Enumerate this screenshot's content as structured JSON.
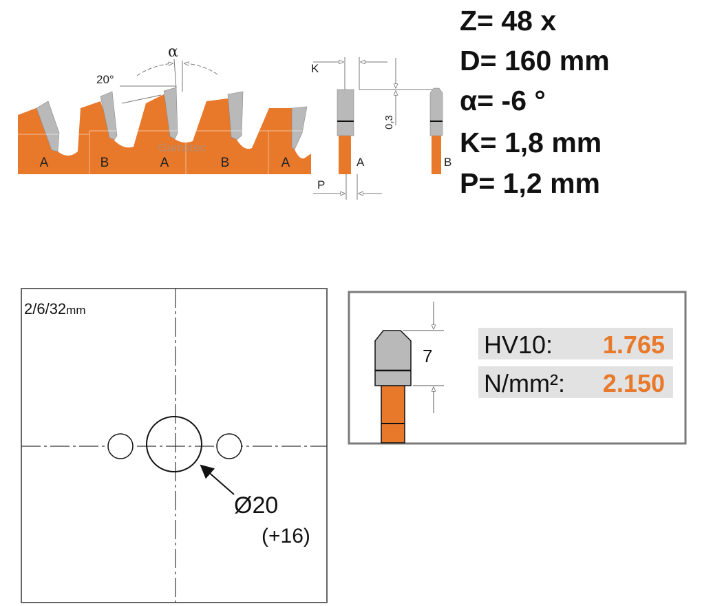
{
  "specs": {
    "z": "Z= 48 x",
    "d": "D= 160 mm",
    "alpha": "α= -6 °",
    "k": "K= 1,8 mm",
    "p": "P= 1,2 mm"
  },
  "tooth_diagram": {
    "angle_label": "20°",
    "alpha_symbol": "α",
    "tooth_labels": [
      "A",
      "B",
      "A",
      "B",
      "A"
    ],
    "watermark": "Gamotec"
  },
  "profile_diagram": {
    "k_label": "K",
    "p_label": "P",
    "height_label": "0,3",
    "profile_a": "A",
    "profile_b": "B"
  },
  "bore_diagram": {
    "pinholes": "2/6/32",
    "pinholes_unit": "mm",
    "diameter": "Ø20",
    "reduction": "(+16)"
  },
  "hardness_panel": {
    "tip_height": "7",
    "rows": [
      {
        "label": "HV10:",
        "value": "1.765"
      },
      {
        "label": "N/mm²:",
        "value": "2.150"
      }
    ]
  },
  "colors": {
    "orange": "#e8782a",
    "gray": "#b9b9b9",
    "band": "#e2e2e2",
    "value": "#e8782a"
  }
}
